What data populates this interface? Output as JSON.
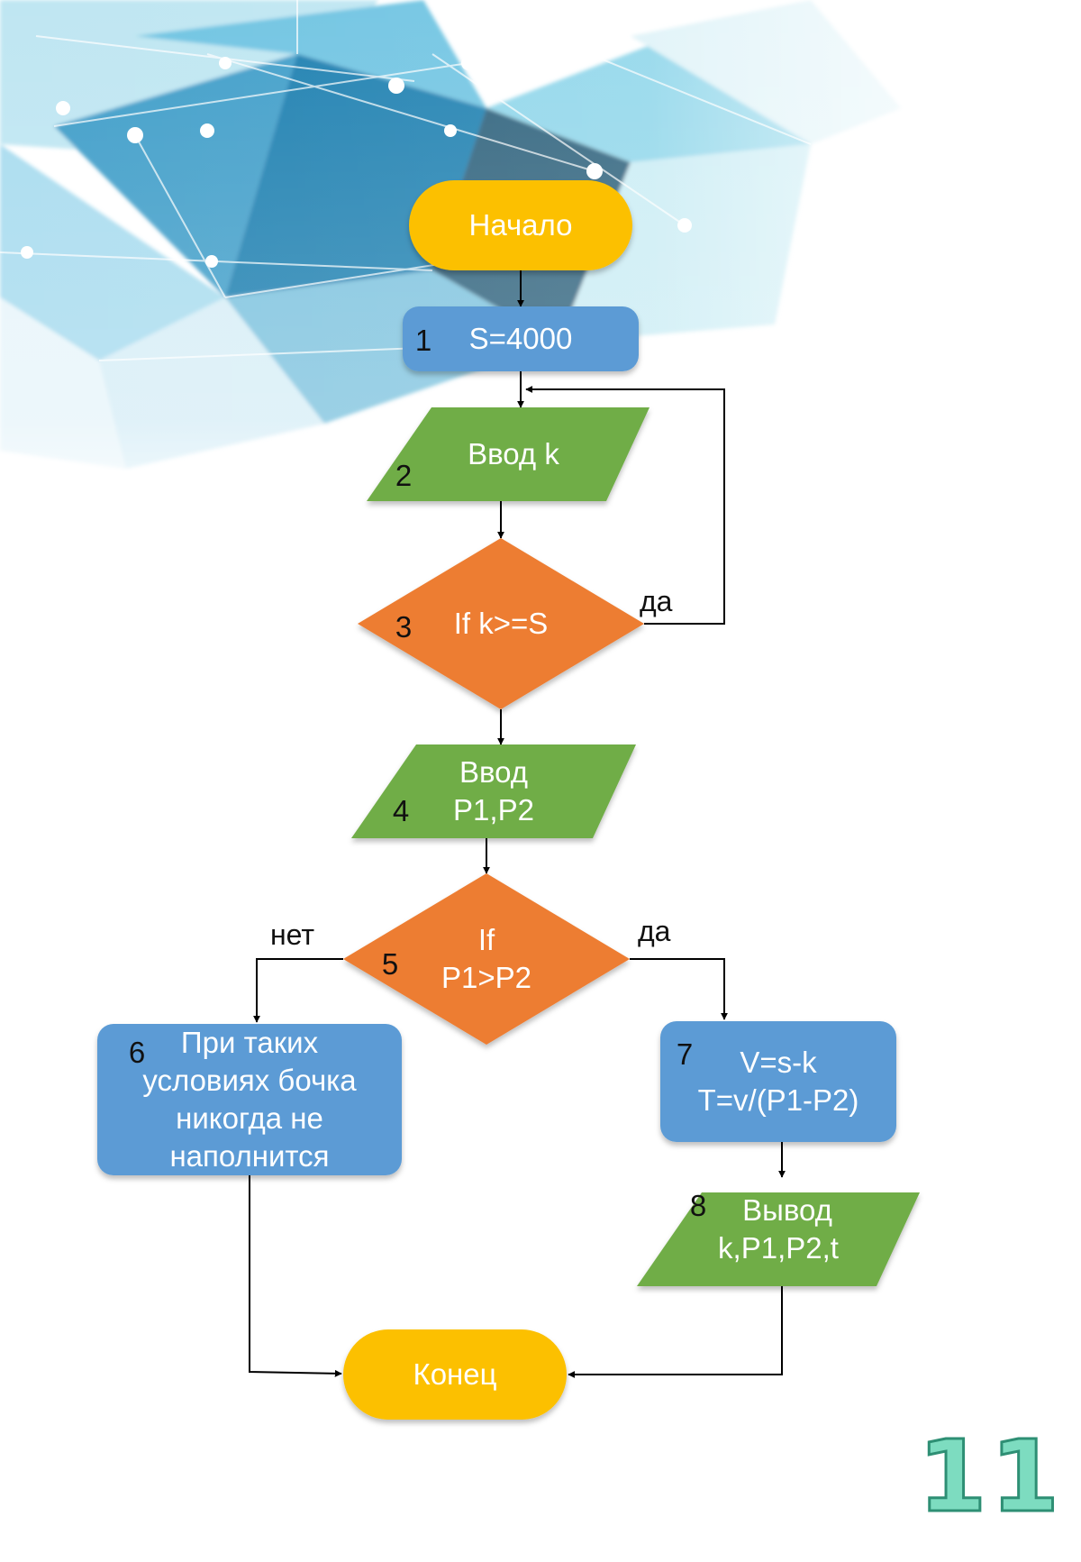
{
  "colors": {
    "terminator": "#fcc000",
    "process": "#5b9bd5",
    "io": "#70ad47",
    "decision": "#ed7d31",
    "line": "#000000",
    "page_number": "#7ddcc0"
  },
  "nodes": [
    {
      "id": "start",
      "shape": "terminator",
      "number": "",
      "lines": [
        "Начало"
      ]
    },
    {
      "id": "n1",
      "shape": "process",
      "number": "1",
      "lines": [
        "S=4000"
      ]
    },
    {
      "id": "n2",
      "shape": "io",
      "number": "2",
      "lines": [
        "Ввод k"
      ]
    },
    {
      "id": "n3",
      "shape": "decision",
      "number": "3",
      "lines": [
        "If k>=S"
      ]
    },
    {
      "id": "n4",
      "shape": "io",
      "number": "4",
      "lines": [
        "Ввод",
        "P1,P2"
      ]
    },
    {
      "id": "n5",
      "shape": "decision",
      "number": "5",
      "lines": [
        "If",
        "P1>P2"
      ]
    },
    {
      "id": "n6",
      "shape": "process",
      "number": "6",
      "lines": [
        "При таких",
        "условиях бочка",
        "никогда не",
        "наполнится"
      ]
    },
    {
      "id": "n7",
      "shape": "process",
      "number": "7",
      "lines": [
        "V=s-k",
        "T=v/(P1-P2)"
      ]
    },
    {
      "id": "n8",
      "shape": "io",
      "number": "8",
      "lines": [
        "Вывод",
        "k,P1,P2,t"
      ]
    },
    {
      "id": "end",
      "shape": "terminator",
      "number": "",
      "lines": [
        "Конец"
      ]
    }
  ],
  "edges": [
    {
      "from": "start",
      "to": "n1",
      "label": ""
    },
    {
      "from": "n1",
      "to": "n2",
      "label": ""
    },
    {
      "from": "n2",
      "to": "n3",
      "label": ""
    },
    {
      "from": "n3",
      "to": "n2",
      "label": "да"
    },
    {
      "from": "n3",
      "to": "n4",
      "label": ""
    },
    {
      "from": "n4",
      "to": "n5",
      "label": ""
    },
    {
      "from": "n5",
      "to": "n6",
      "label": "нет"
    },
    {
      "from": "n5",
      "to": "n7",
      "label": "да"
    },
    {
      "from": "n7",
      "to": "n8",
      "label": ""
    },
    {
      "from": "n6",
      "to": "end",
      "label": ""
    },
    {
      "from": "n8",
      "to": "end",
      "label": ""
    }
  ],
  "page_number": "11"
}
